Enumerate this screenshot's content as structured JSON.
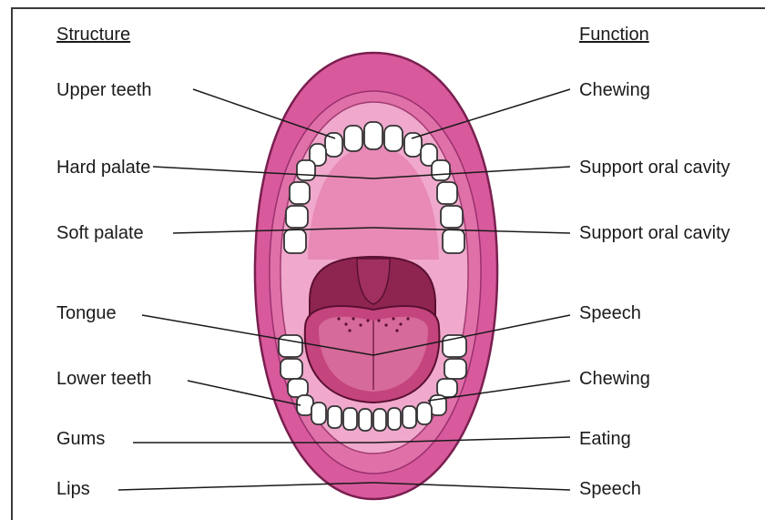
{
  "headers": {
    "structure": "Structure",
    "function": "Function"
  },
  "rows": [
    {
      "structure": "Upper teeth",
      "function": "Chewing"
    },
    {
      "structure": "Hard palate",
      "function": "Support oral cavity"
    },
    {
      "structure": "Soft palate",
      "function": "Support oral cavity"
    },
    {
      "structure": "Tongue",
      "function": "Speech"
    },
    {
      "structure": "Lower teeth",
      "function": "Chewing"
    },
    {
      "structure": "Gums",
      "function": "Eating"
    },
    {
      "structure": "Lips",
      "function": "Speech"
    }
  ],
  "colors": {
    "lips": "#d85a9c",
    "lips_dark": "#b03a7c",
    "gums": "#f0a8cc",
    "cavity": "#e889b6",
    "throat": "#8e2550",
    "uvula": "#a03060",
    "tongue": "#c4447e",
    "tongue_light": "#d66a9a",
    "tooth": "#ffffff",
    "line": "#1a1a1a"
  }
}
